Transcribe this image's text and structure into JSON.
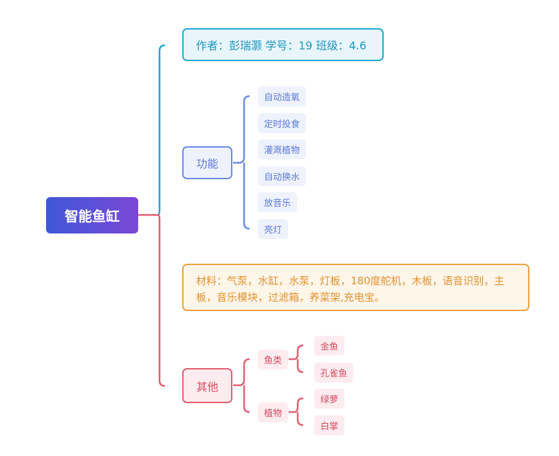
{
  "root": {
    "label": "智能鱼缸"
  },
  "author": {
    "text": "作者：彭瑞灏 学号：19 班级：4.6"
  },
  "functions": {
    "label": "功能",
    "items": [
      "自动造氧",
      "定时投食",
      "灌溉植物",
      "自动换水",
      "放音乐",
      "亮灯"
    ]
  },
  "materials": {
    "text": "材料：气泵，水缸，水泵，灯板，180度舵机，木板，语音识别，主板，音乐模块，过滤箱，养菜架,充电宝。"
  },
  "other": {
    "label": "其他",
    "fish": {
      "label": "鱼类",
      "items": [
        "金鱼",
        "孔雀鱼"
      ]
    },
    "plants": {
      "label": "植物",
      "items": [
        "绿萝",
        "白掌"
      ]
    }
  },
  "colors": {
    "root_gradient": [
      "#3f57d9",
      "#7b48d6"
    ],
    "author": "#22a7cf",
    "functions": "#6b8ae6",
    "materials": "#efa23e",
    "other": "#e45d72"
  }
}
